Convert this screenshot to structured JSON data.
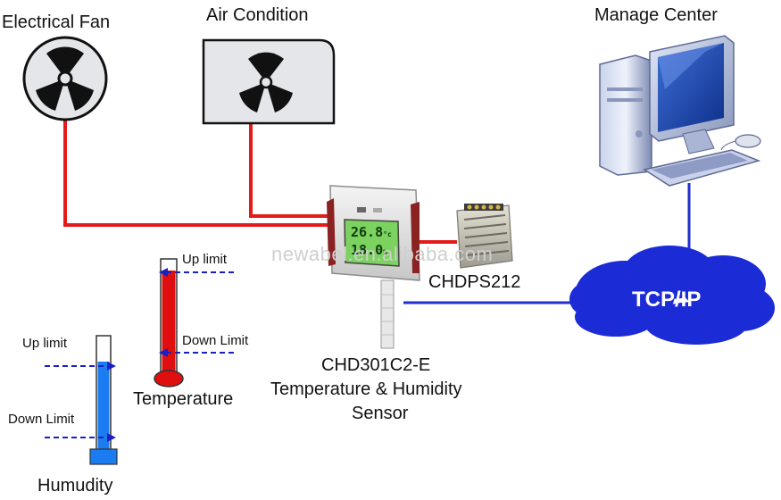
{
  "labels": {
    "fan": "Electrical Fan",
    "air_condition": "Air Condition",
    "manage_center": "Manage Center",
    "power_supply": "CHDPS212",
    "sensor_model": "CHD301C2-E",
    "sensor_line2": "Temperature & Humidity",
    "sensor_line3": "Sensor",
    "temperature": "Temperature",
    "humidity": "Humudity",
    "network": "TCP/IP",
    "temp_up": "Up limit",
    "temp_down": "Down Limit",
    "hum_up": "Up limit",
    "hum_down": "Down Limit",
    "watermark": "newabel.en.alibaba.com"
  },
  "device_display": {
    "line1": "26.8",
    "unit1": "°c",
    "line2": "18.0",
    "unit2": "%"
  },
  "colors": {
    "relay_wire": "#e31b1b",
    "network_wire": "#1f2fd0",
    "cloud": "#1b2bd6",
    "thermometer_fill": "#e00f0f",
    "hygrometer_fill": "#1a7cf0",
    "limit_arrow": "#1a1fc4"
  }
}
